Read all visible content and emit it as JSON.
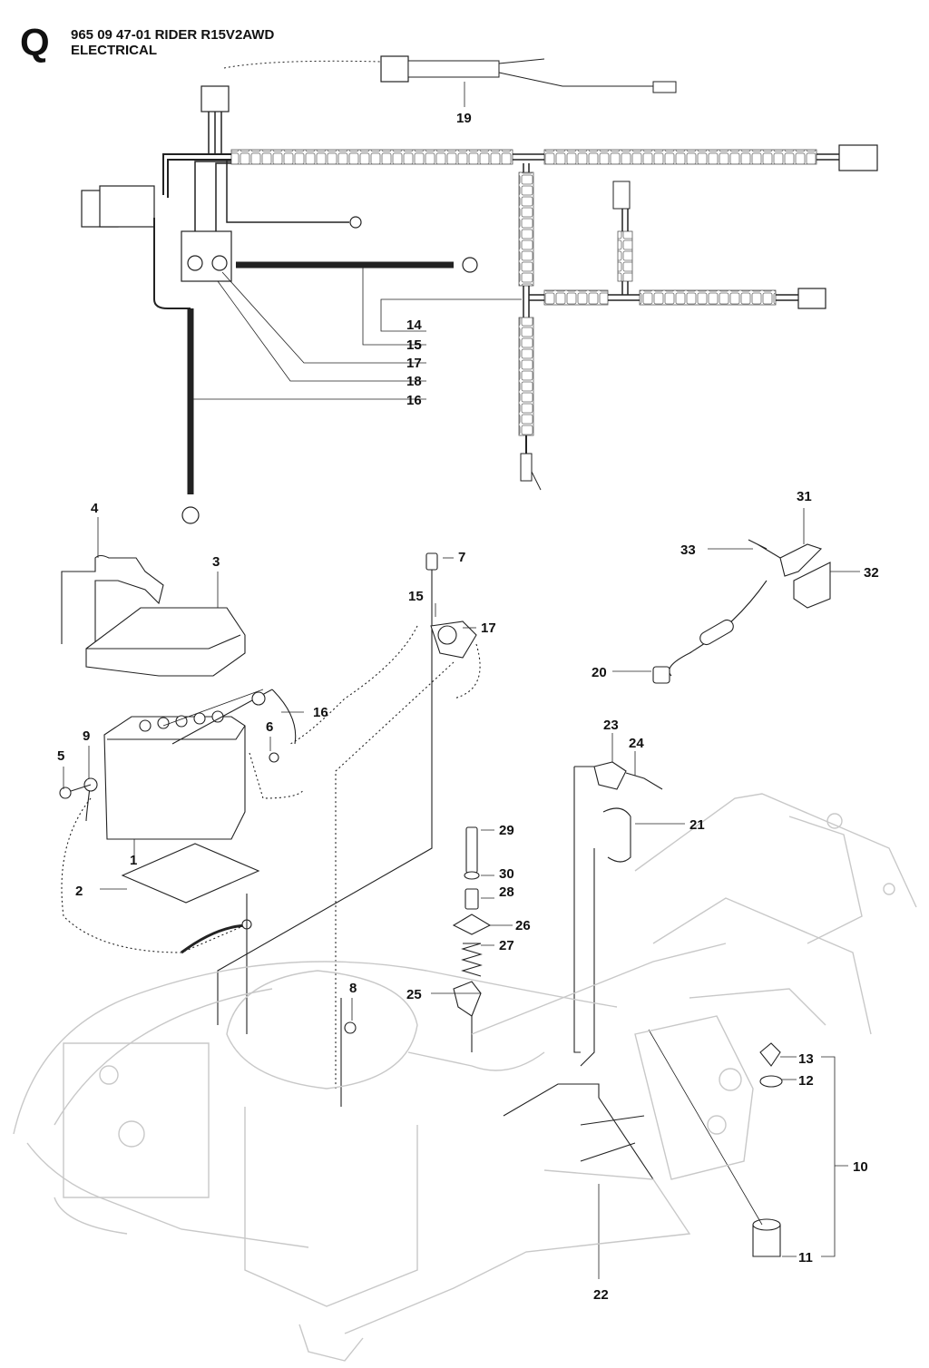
{
  "header": {
    "section": "Q",
    "model": "965 09 47-01 RIDER R15V2AWD",
    "subtitle": "ELECTRICAL"
  },
  "callouts": [
    "1",
    "2",
    "3",
    "4",
    "5",
    "6",
    "7",
    "8",
    "9",
    "10",
    "11",
    "12",
    "13",
    "14",
    "15",
    "16",
    "17",
    "18",
    "19",
    "20",
    "21",
    "22",
    "23",
    "24",
    "25",
    "26",
    "27",
    "28",
    "29",
    "30",
    "31",
    "32",
    "33",
    "14",
    "15",
    "16",
    "17",
    "18"
  ]
}
